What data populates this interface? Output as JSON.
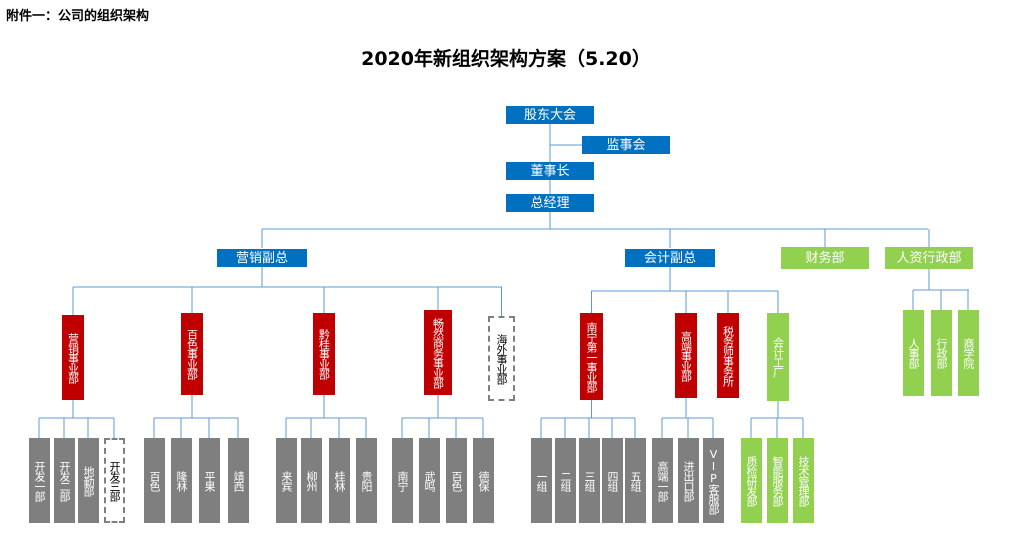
{
  "header": {
    "appendix": "附件一：公司的组织架构",
    "title": "2020年新组织架构方案（5.20）"
  },
  "colors": {
    "blue": "#0070c0",
    "green": "#92d050",
    "red": "#c00000",
    "gray": "#7f7f7f",
    "line": "#5b9bd5"
  },
  "nodes": {
    "shareholders": "股东大会",
    "supervisors": "监事会",
    "board": "董事长",
    "gm": "总经理",
    "vp_marketing": "营销副总",
    "vp_accounting": "会计副总",
    "finance": "财务部",
    "hr_admin": "人资行政部",
    "mkt_units": [
      "营销事业部",
      "百色事业部",
      "黔桂事业部",
      "畅然商务事业部",
      "海外事业部"
    ],
    "mkt_leaves": [
      [
        "开发一部",
        "开发二部",
        "地勤部",
        "开发三部"
      ],
      [
        "百色",
        "隆林",
        "平果",
        "靖西"
      ],
      [
        "来宾",
        "柳州",
        "桂林",
        "贵阳"
      ],
      [
        "南宁",
        "武鸣",
        "百色",
        "德保"
      ]
    ],
    "acc_units": [
      "南宁第一事业部",
      "高端事业部",
      "税务师事务所",
      "会计工厂"
    ],
    "acc_leaves": [
      [
        "一组",
        "二组",
        "三组",
        "四组",
        "五组"
      ],
      [
        "高端一部",
        "进出口部",
        "VIP客服部"
      ],
      [
        "质检研发部",
        "智能服务部",
        "技术管理部"
      ]
    ],
    "hr_leaves": [
      "人事部",
      "行政部",
      "商学院"
    ]
  }
}
